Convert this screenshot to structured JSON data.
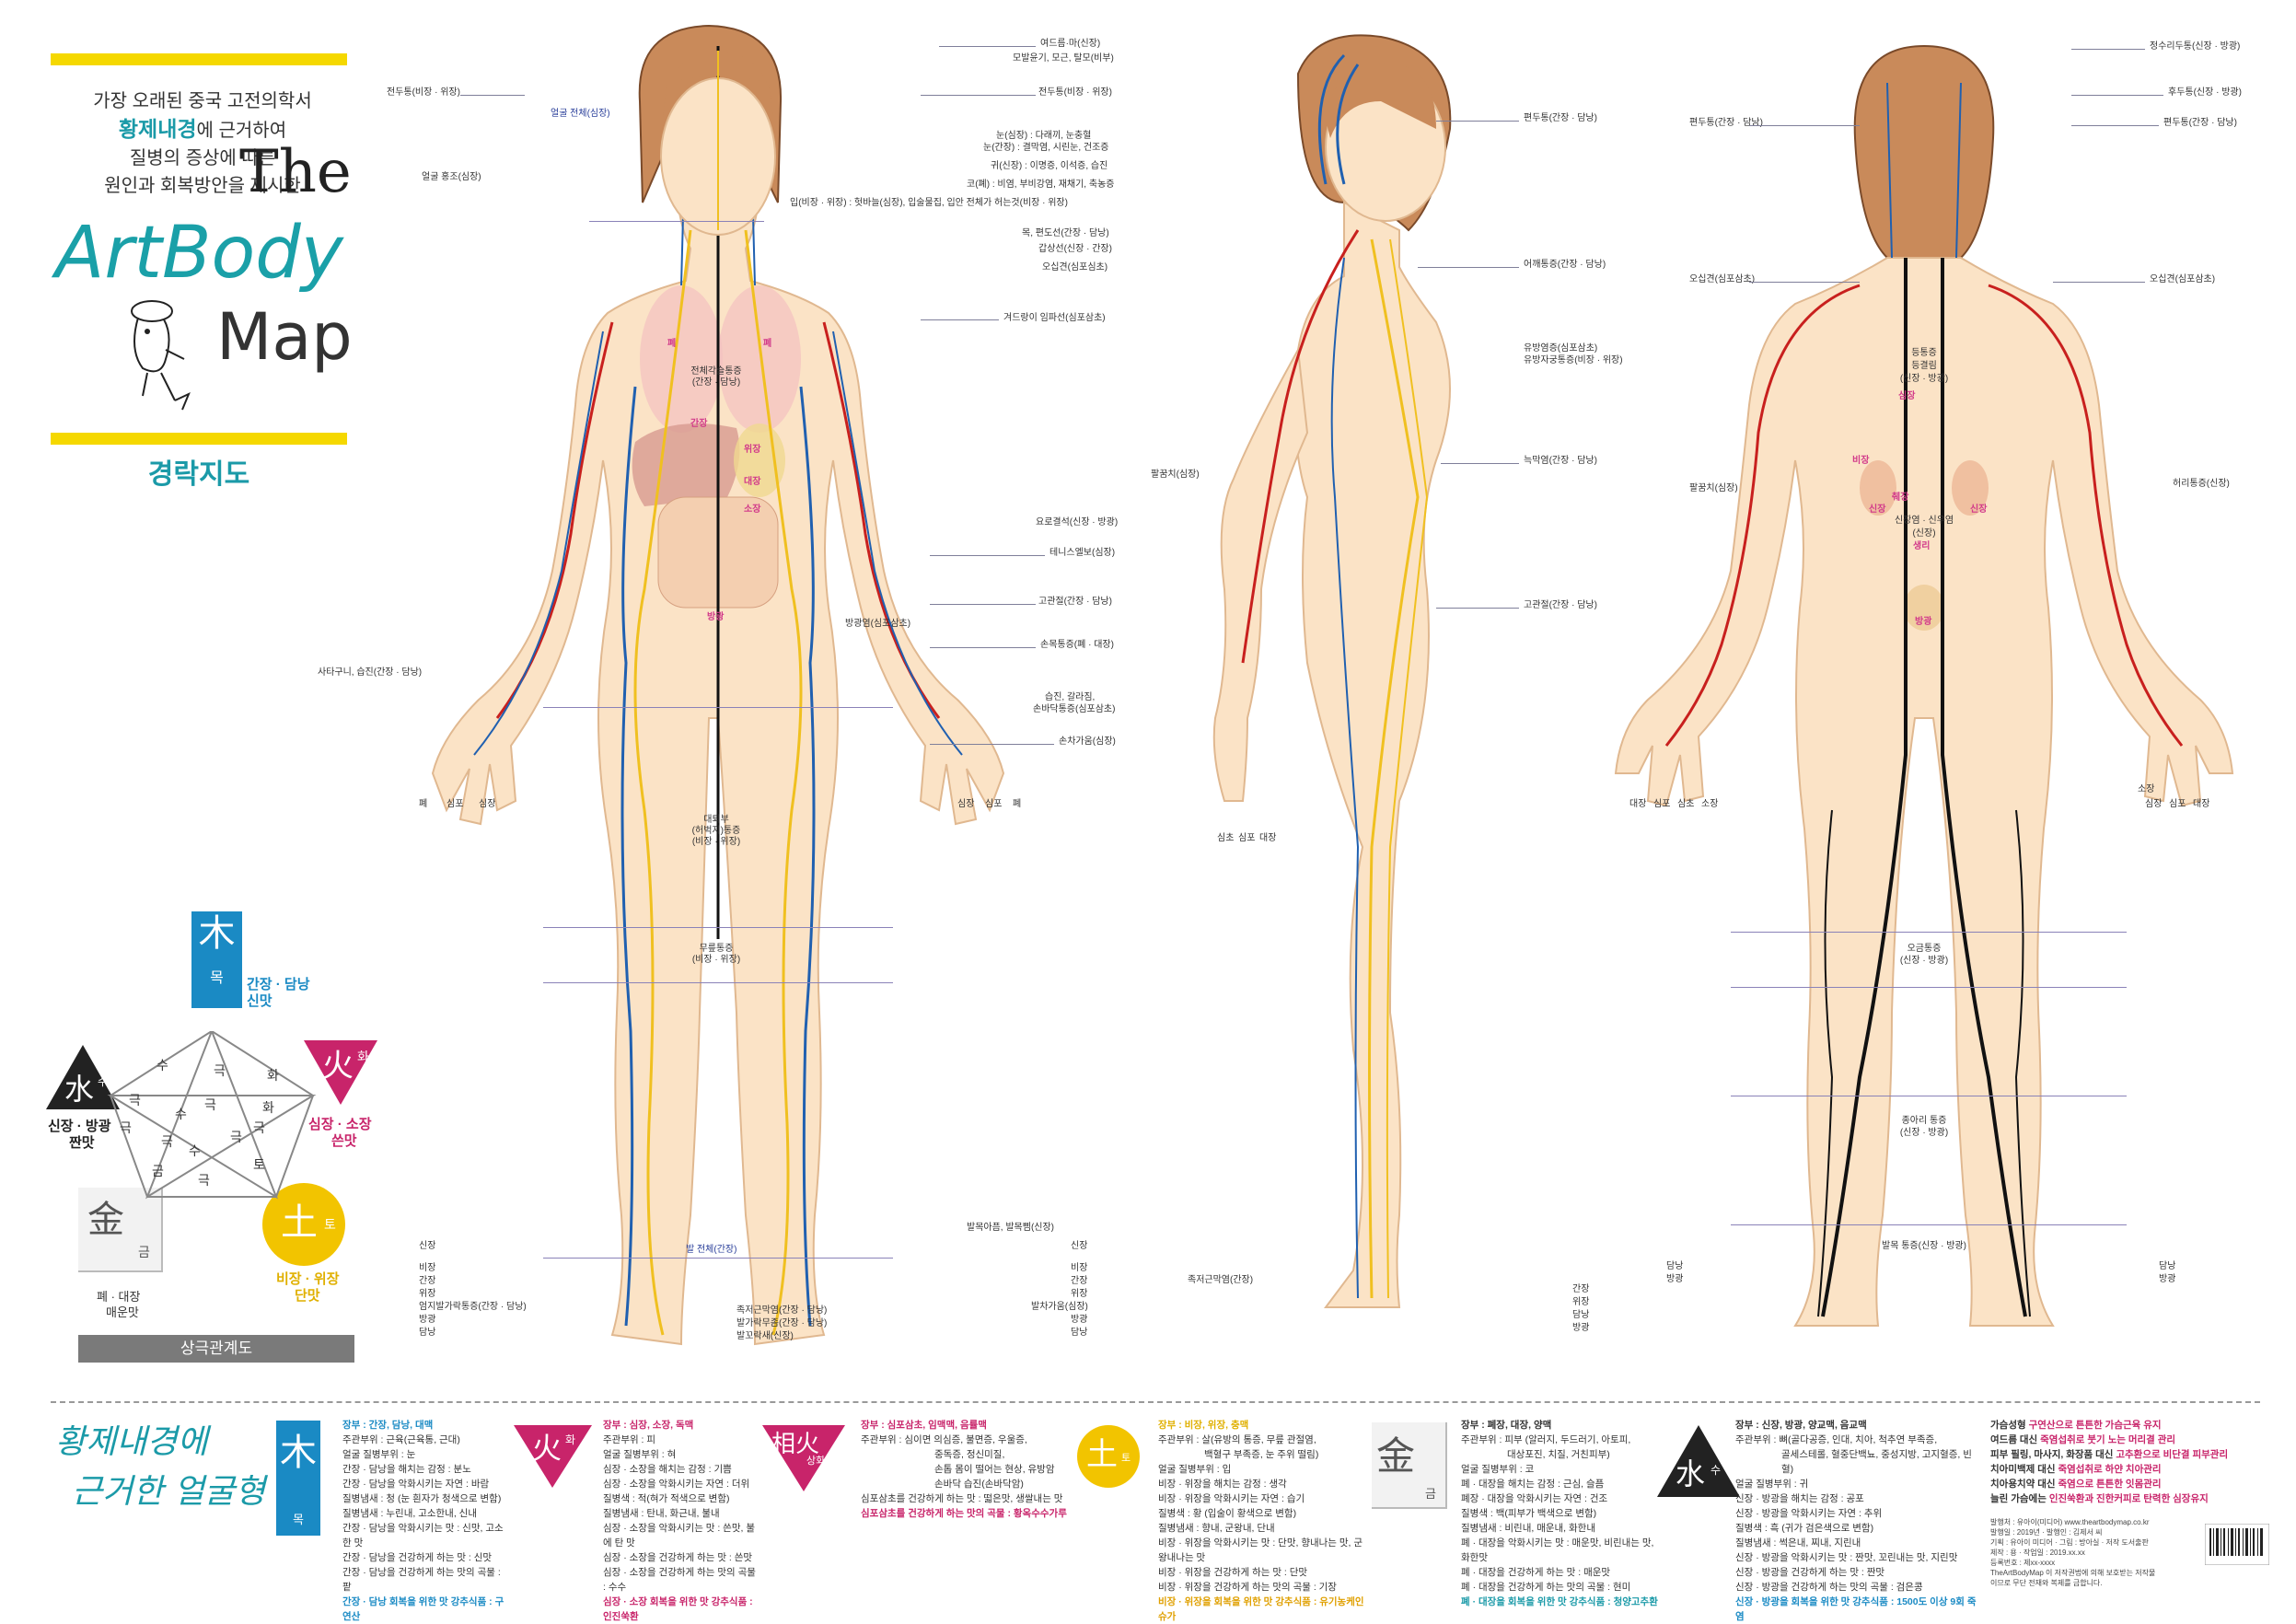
{
  "intro": {
    "line1": "가장 오래된 중국 고전의학서",
    "line2_hl": "황제내경",
    "line2_rest": "에 근거하여",
    "line3": "질병의 증상에 따른",
    "line4": "원인과 회복방안을 제시한"
  },
  "title": {
    "the": "The",
    "artbody": "ArtBody",
    "map": "Map"
  },
  "subtitle": "경락지도",
  "front_labels_left": [
    "전두통(비장 · 위장)",
    "얼굴 홍조(심장)",
    "사타구니, 습진(간장 · 담낭)"
  ],
  "front_face_blue": "얼굴 전체(심장)",
  "front_labels_right": [
    "여드름·마(신장)",
    "모발윤기, 모근, 탈모(비부)",
    "전두통(비장 · 위장)",
    "눈(심장) : 다래끼, 눈충혈",
    "눈(간장) : 결막염, 시린눈, 건조증",
    "귀(신장) : 이명증, 이석증, 습진",
    "코(폐) : 비염, 부비강염, 재채기, 축농증",
    "입(비장 · 위장) : 헛바늘(심장), 입술물집, 입안 전체가 허는것(비장 · 위장)",
    "목, 편도선(간장 · 담낭)",
    "갑상선(신장 · 간장)",
    "오십견(심포심초)",
    "겨드랑이 임파선(심포삼초)",
    "요로결석(신장 · 방광)",
    "테니스엘보(심장)",
    "고관절(간장 · 담낭)",
    "방광염(심포삼초)",
    "손목통증(폐 · 대장)",
    "습진, 갈라짐,",
    "손바닥통증(심포삼초)",
    "손차가움(심장)"
  ],
  "front_hand_left": [
    "폐",
    "심포",
    "심장"
  ],
  "front_hand_right": [
    "심장",
    "심포",
    "폐"
  ],
  "front_organs": [
    "폐",
    "폐",
    "전체각슬통증",
    "(간장 · 담낭)",
    "간장",
    "위장",
    "대장",
    "소장",
    "방광"
  ],
  "front_thigh": [
    "대퇴부",
    "(허벅지)통증",
    "(비장 · 위장)"
  ],
  "front_knee": [
    "무릎통증",
    "(비장 · 위장)"
  ],
  "front_foot_blue": "발 전체(간장)",
  "front_foot_left": [
    "신장",
    "비장",
    "간장",
    "위장",
    "엄지발가락통증(간장 · 담낭)",
    "방광",
    "담낭"
  ],
  "front_foot_right": [
    "발목아픔, 발목삠(신장)",
    "신장",
    "비장",
    "간장",
    "위장",
    "발차가움(심장)",
    "방광",
    "담낭"
  ],
  "front_foot_bottom": [
    "족저근막염(간장 · 담낭)",
    "발가락무좀(간장 · 담낭)",
    "발꼬락새(신장)"
  ],
  "side_labels": [
    "편두통(간장 · 담낭)",
    "어깨통증(간장 · 담낭)",
    "유방염증(심포삼초)",
    "유방자궁통증(비장 · 위장)",
    "늑막염(간장 · 담낭)",
    "고관절(간장 · 담낭)",
    "팔꿈치(심장)"
  ],
  "side_hand": [
    "심초",
    "심포",
    "대장"
  ],
  "side_foot_left": "족저근막염(간장)",
  "side_foot_right": [
    "간장",
    "위장",
    "담낭",
    "방광"
  ],
  "back_labels_right": [
    "정수리두통(신장 · 방광)",
    "후두통(신장 · 방광)",
    "편두통(간장 · 담낭)",
    "오십견(심포삼초)",
    "허리통증(신장)"
  ],
  "back_labels_left": [
    "편두통(간장 · 담낭)",
    "오십견(심포삼초)",
    "팔꿈치(심장)"
  ],
  "back_organs": [
    "등통증",
    "등결림",
    "(신장 · 방광)",
    "심장",
    "비장",
    "췌장",
    "신장",
    "신장",
    "신장염 · 신우염",
    "(신장)",
    "생리",
    "방광"
  ],
  "back_hand_left": [
    "대장",
    "심포",
    "심초",
    "소장"
  ],
  "back_hand_right": [
    "소장",
    "심장",
    "심포",
    "대장"
  ],
  "back_calf_top": [
    "오금통증",
    "(신장 · 방광)"
  ],
  "back_calf": [
    "종아리 통증",
    "(신장 · 방광)"
  ],
  "back_foot": "발목 통증(신장 · 방광)",
  "back_foot_left": [
    "담낭",
    "방광"
  ],
  "back_foot_right": [
    "담낭",
    "방광"
  ],
  "cycle": {
    "wood": {
      "char": "木",
      "name": "목",
      "organs": "간장 · 담낭",
      "taste": "신맛"
    },
    "fire": {
      "char": "火",
      "name": "화",
      "organs": "심장 · 소장",
      "taste": "쓴맛"
    },
    "earth": {
      "char": "土",
      "name": "토",
      "organs": "비장 · 위장",
      "taste": "단맛"
    },
    "metal": {
      "char": "金",
      "name": "금",
      "organs": "폐 · 대장",
      "taste": "매운맛"
    },
    "water": {
      "char": "水",
      "name": "수",
      "organs": "신장 · 방광",
      "taste": "짠맛"
    },
    "outer": [
      "수",
      "극",
      "화",
      "화",
      "극",
      "토",
      "극",
      "금",
      "극",
      "극"
    ],
    "inner": [
      "극",
      "수",
      "극",
      "수",
      "극"
    ],
    "caption": "상극관계도"
  },
  "bottom_title": [
    "황제내경에",
    "근거한 얼굴형"
  ],
  "bottom_columns": [
    {
      "char": "木",
      "name": "목",
      "color": "#1a8ac4",
      "lines": [
        "장부 : 간장, 담낭, 대맥",
        "주관부위 : 근육(근육통, 근대)",
        "얼굴 질병부위 : 눈",
        "간장 · 담낭을 해치는 감정 : 분노",
        "간장 · 담낭을 악화시키는 자연 : 바람",
        "질병냄새 : 청 (눈 흰자가 청색으로 변함)",
        "질병냄새 : 누린내, 고소한내, 신내",
        "간장 · 담낭을 악화시키는 맛 : 신맛, 고소한 맛",
        "간장 · 담낭을 건강하게 하는 맛 : 신맛",
        "간장 · 담낭을 건강하게 하는 맛의 곡물 : 팥",
        "간장 · 담낭 회복을 위한 맛 강추식품 : 구연산"
      ]
    },
    {
      "char": "火",
      "name": "화",
      "color": "#c8246a",
      "lines": [
        "장부 : 심장, 소장, 독맥",
        "주관부위 : 피",
        "얼굴 질병부위 : 혀",
        "심장 · 소장을 해치는 감정 : 기쁨",
        "심장 · 소장을 악화시키는 자연 : 더위",
        "질병색 : 적(혀가 적색으로 변함)",
        "질병냄새 : 탄내, 화근내, 불내",
        "심장 · 소장을 악화시키는 맛 : 쓴맛, 불에 탄 맛",
        "심장 · 소장을 건강하게 하는 맛 : 쓴맛",
        "심장 · 소장을 건강하게 하는 맛의 곡물 : 수수",
        "심장 · 소장 회복을 위한 맛 강추식품 : 인진쑥환"
      ]
    },
    {
      "char": "相火",
      "name": "상화",
      "color": "#c8246a",
      "lines": [
        "장부 : 심포삼초, 임맥맥, 음률맥",
        "주관부위 : 심이면 의심증, 불면증, 우울증,",
        "중독증, 정신미질,",
        "손톱 몸이 떨어는 현상, 유방암",
        "손바닥 습진(손바닥암)",
        "심포삼초를 건강하게 하는 맛 : 떫은맛, 생쌀내는 맛",
        "심포삼초를 건강하게 하는 맛의 곡물 : 황옥수수가루"
      ]
    },
    {
      "char": "土",
      "name": "토",
      "color": "#e0b000",
      "lines": [
        "장부 : 비장, 위장, 충맥",
        "주관부위 : 살(유방의 통증, 무릎 관절염,",
        "백혈구 부족증, 눈 주위 떨림)",
        "얼굴 질병부위 : 입",
        "비장 · 위장을 해치는 감정 : 생각",
        "비장 · 위장을 악화시키는 자연 : 습기",
        "질병색 : 황 (입술이 황색으로 변함)",
        "질병냄새 : 향내, 군왕내, 단내",
        "비장 · 위장을 악화시키는 맛 : 단맛, 향내나는 맛, 군왕내나는 맛",
        "비장 · 위장을 건강하게 하는 맛 : 단맛",
        "비장 · 위장을 건강하게 하는 맛의 곡물 : 기장",
        "비장 · 위장을 회복을 위한 맛 강추식품 : 유기농케인슈가"
      ]
    },
    {
      "char": "金",
      "name": "금",
      "color": "#555555",
      "lines": [
        "장부 : 폐장, 대장, 양맥",
        "주관부위 : 피부 (알러지, 두드러기, 아토피,",
        "대상포진, 치질, 거친피부)",
        "얼굴 질병부위 : 코",
        "폐 · 대장을 해치는 감정 : 근심, 슬픔",
        "폐장 · 대장을 악화시키는 자연 : 건조",
        "질병색 : 백(피부가 백색으로 변함)",
        "질병냄새 : 비린내, 매운내, 화한내",
        "폐 · 대장을 악화시키는 맛 : 매운맛, 비린내는 맛, 화한맛",
        "폐 · 대장을 건강하게 하는 맛 : 매운맛",
        "폐 · 대장을 건강하게 하는 맛의 곡물 : 현미",
        "폐 · 대장을 회복을 위한 맛 강추식품 : 청양고추환"
      ]
    },
    {
      "char": "水",
      "name": "수",
      "color": "#222222",
      "lines": [
        "장부 : 신장, 방광, 양교맥, 음교맥",
        "주관부위 : 뼈(골다공증, 인대, 치아, 척추연 부족증,",
        "골세스테롤, 혈중단백뇨, 중성지방, 고지혈증, 빈혈)",
        "얼굴 질병부위 : 귀",
        "신장 · 방광을 해치는 감정 : 공포",
        "신장 · 방광을 악화시키는 자연 : 추위",
        "질병색 : 흑 (귀가 검은색으로 변함)",
        "질병냄새 : 썩은내, 찌내, 지린내",
        "신장 · 방광을 악화시키는 맛 : 짠맛, 꼬린내는 맛, 지린맛",
        "신장 · 방광을 건강하게 하는 맛 : 짠맛",
        "신장 · 방광을 건강하게 하는 맛의 곡물 : 검은콩",
        "신장 · 방광을 회복을 위한 맛 강추식품 : 1500도 이상 9회 죽염"
      ]
    }
  ],
  "remedies": [
    {
      "label": "가슴성형",
      "text": "구연산으로 튼튼한 가슴근육 유지"
    },
    {
      "label": "여드름 대신",
      "text": "죽염섭취로 붓기 노는 머리결 관리"
    },
    {
      "label": "피부 필링, 마사지, 화장품 대신",
      "text": "고추환으로 비단결 피부관리"
    },
    {
      "label": "치아미백제 대신",
      "text": "죽염섭취로 하얀 치아관리"
    },
    {
      "label": "치아용치약 대신",
      "text": "죽염으로 튼튼한 잇몸관리"
    },
    {
      "label": "늘린 가슴에는",
      "text": "인진쑥환과 진한커피로 탄력한 심장유지"
    }
  ],
  "publisher": [
    "발행처 : 유아이(미디어) www.theartbodymap.co.kr",
    "발행일 : 2019년 · 발행인 : 김제서 씨",
    "기획 : 유아이 미디어 · 그림 : 방아실 · 저작 도서출판",
    "제작 : 용 · 작업일 : 2019.xx.xx",
    "등록번호 : 제xx-xxxx",
    "TheArtBodyMap 이 저작권법에 의해 보호받는 저작물",
    "이므로 무단 전재와 복제를 금합니다."
  ],
  "colors": {
    "teal": "#1b9aa8",
    "yellow": "#f5d800",
    "wood": "#1a8ac4",
    "fire": "#c8246a",
    "earth": "#f2c400",
    "skin": "#fbe3c6",
    "meridian_red": "#c8201e",
    "meridian_blue": "#2060b0",
    "meridian_yellow": "#f0c020"
  }
}
